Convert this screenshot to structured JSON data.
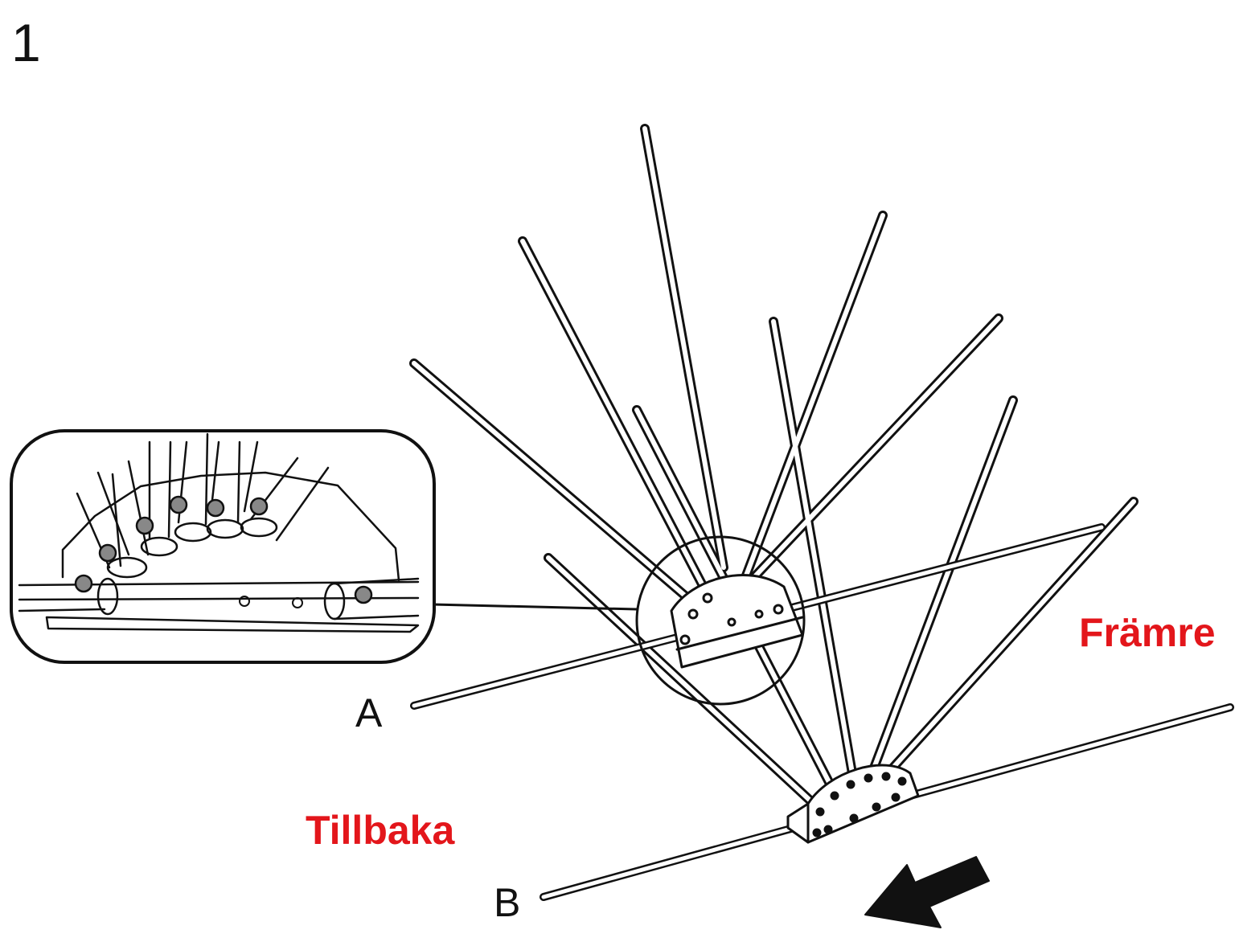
{
  "step_number": "1",
  "labels": {
    "rod_a": "A",
    "rod_b": "B",
    "front": "Främre",
    "back": "Tillbaka"
  },
  "colors": {
    "ink": "#111111",
    "accent_red": "#e3161b",
    "background": "#ffffff"
  },
  "icons": {
    "direction_arrow": "arrow-down-left-icon",
    "detail_callout": "magnifier-callout"
  }
}
